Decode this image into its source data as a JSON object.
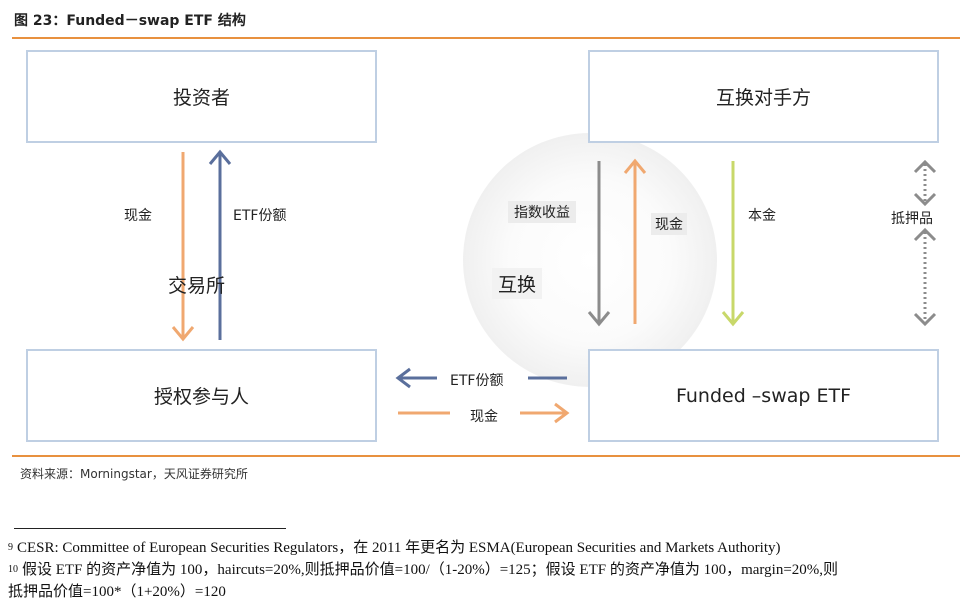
{
  "figure": {
    "title": "图 23：Funded－swap ETF 结构",
    "source": "资料来源：Morningstar，天风证券研究所"
  },
  "boxes": {
    "investor": "投资者",
    "counterparty": "互换对手方",
    "exchange": "交易所",
    "ap": "授权参与人",
    "etf": "Funded –swap ETF"
  },
  "labels": {
    "cash_left": "现金",
    "etf_share_left": "ETF份额",
    "index_return": "指数收益",
    "cash_swap": "现金",
    "principal": "本金",
    "collateral": "抵押品",
    "swap": "互换",
    "etf_share_bottom": "ETF份额",
    "cash_bottom": "现金"
  },
  "colors": {
    "orange": "#f0a870",
    "navy": "#5a6f9c",
    "gray": "#8c8c8c",
    "green": "#c8d86a",
    "box_border": "#bfcfe3",
    "rule": "#e8913f"
  },
  "footnotes": [
    {
      "num": "9",
      "text": "CESR: Committee of European Securities Regulators，在 2011 年更名为 ESMA(European Securities and Markets Authority)"
    },
    {
      "num": "10",
      "text": "假设 ETF 的资产净值为 100，haircuts=20%,则抵押品价值=100/（1-20%）=125；假设 ETF 的资产净值为 100，margin=20%,则"
    },
    {
      "num": "",
      "text": "抵押品价值=100*（1+20%）=120"
    }
  ]
}
